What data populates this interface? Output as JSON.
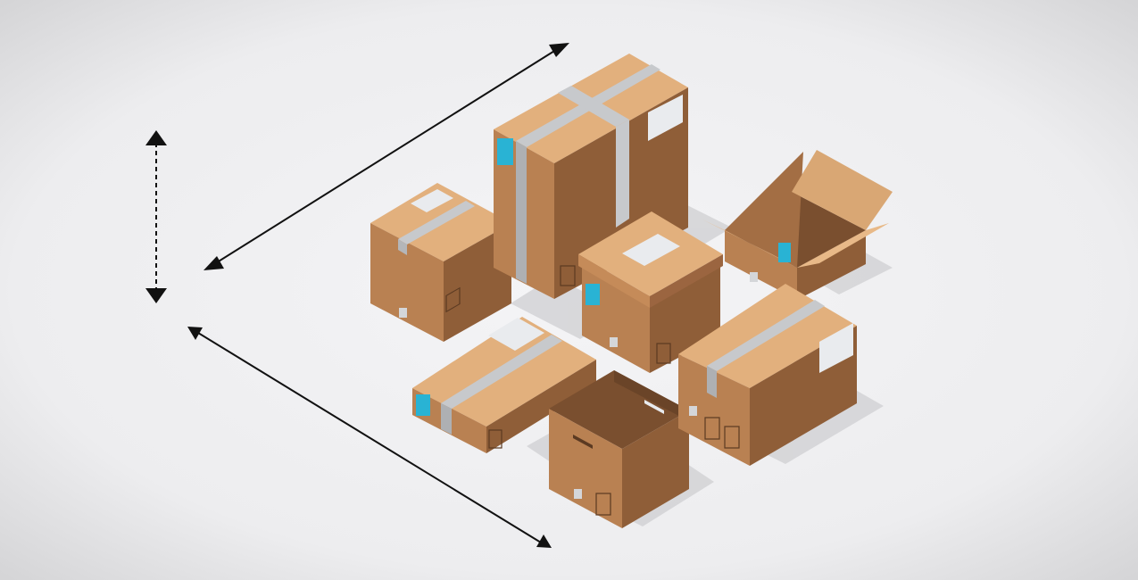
{
  "scene": {
    "background_color": "#f1f1f3",
    "vignette_color": "#d7d7d9",
    "box_colors": {
      "top": "#e2b07d",
      "left": "#b98152",
      "right": "#8f5e38",
      "inner": "#7a4f2f",
      "tape": "#c7c9cc",
      "label": "#e9ebee",
      "sticker": "#29b3d4"
    },
    "arrow_color": "#111111",
    "dimension_arrows": [
      {
        "name": "height-arrow",
        "style": "dashed",
        "double_headed": true
      },
      {
        "name": "width-arrow",
        "style": "solid",
        "double_headed": true
      },
      {
        "name": "length-arrow",
        "style": "solid",
        "double_headed": true
      }
    ],
    "boxes": [
      {
        "name": "small-box",
        "state": "closed"
      },
      {
        "name": "tall-box",
        "state": "closed"
      },
      {
        "name": "open-box-back",
        "state": "open"
      },
      {
        "name": "center-box",
        "state": "closed"
      },
      {
        "name": "flat-box",
        "state": "closed"
      },
      {
        "name": "open-box-front",
        "state": "open"
      },
      {
        "name": "right-box",
        "state": "closed"
      }
    ]
  }
}
